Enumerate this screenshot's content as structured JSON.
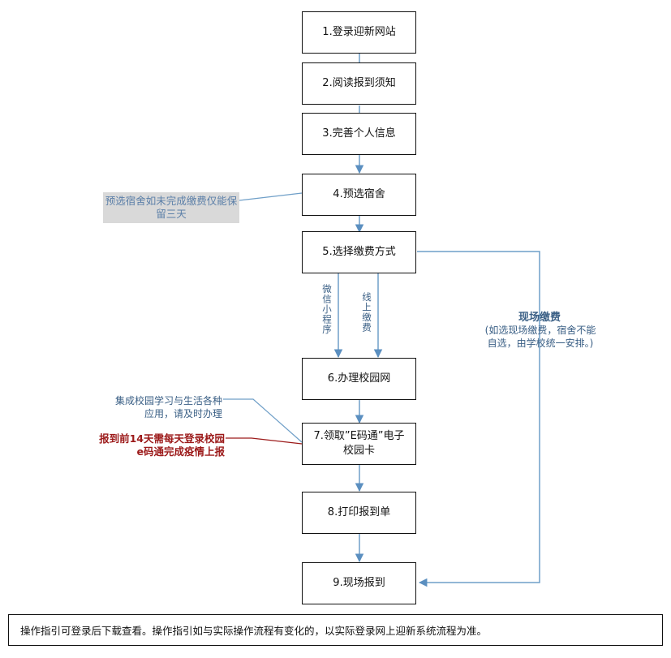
{
  "steps": [
    {
      "label": "1.登录迎新网站"
    },
    {
      "label": "2.阅读报到须知"
    },
    {
      "label": "3.完善个人信息"
    },
    {
      "label": "4.预选宿舍"
    },
    {
      "label": "5.选择缴费方式"
    },
    {
      "label": "6.办理校园网"
    },
    {
      "label": "7.领取”E码通”电子校园卡"
    },
    {
      "label": "8.打印报到单"
    },
    {
      "label": "9.现场报到"
    }
  ],
  "notes": {
    "dorm_note": "预选宿舍如未完成缴费仅能保留三天",
    "campus_net_note": "集成校园学习与生活各种应用，请及时办理",
    "health_note": "报到前14天需每天登录校园e码通完成疫情上报"
  },
  "payment": {
    "wechat_label": "微信小程序",
    "online_label": "线上缴费",
    "onsite_title": "现场缴费",
    "onsite_body": "(如选现场缴费，宿舍不能自选，由学校统一安排。)"
  },
  "footer": "操作指引可登录后下载查看。操作指引如与实际操作流程有变化的，以实际登录网上迎新系统流程为准。",
  "colors": {
    "connector": "#6f9fc8",
    "arrow_head": "#5b8fc0",
    "emphasis": "#9c1a1a"
  }
}
